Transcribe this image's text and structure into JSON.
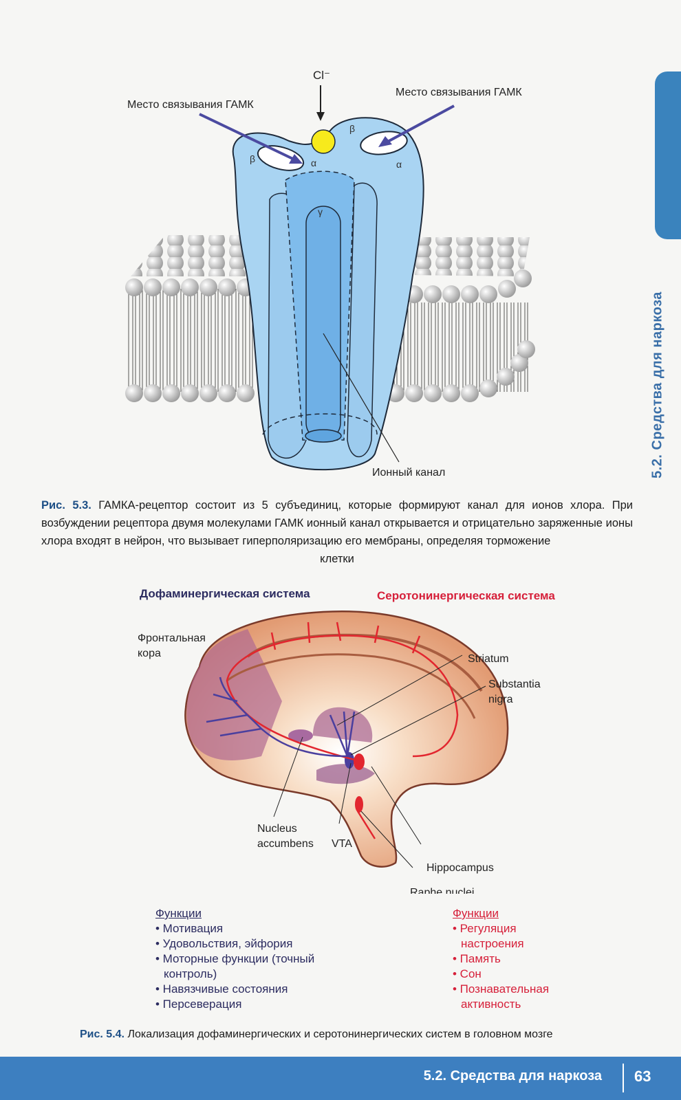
{
  "fig53": {
    "cl_label": "Cl⁻",
    "binding_left": "Место связывания ГАМК",
    "binding_right": "Место связывания ГАМК",
    "beta": "β",
    "alpha": "α",
    "gamma": "γ",
    "channel_label": "Ионный канал",
    "caption_num": "Рис. 5.3.",
    "caption_text": "ГАМКA-рецептор состоит из 5 субъединиц, которые формируют канал для ионов хлора. При возбуждении рецептора двумя молекулами ГАМК ионный канал открывается и отрицательно заряженные ионы хлора входят в нейрон, что вызывает гиперполяризацию его мембраны, определяя торможение",
    "caption_last": "клетки"
  },
  "fig54": {
    "title_dopamine": "Дофаминергическая система",
    "title_serotonin": "Серотонинергическая система",
    "label_frontal_1": "Фронтальная",
    "label_frontal_2": "кора",
    "label_striatum": "Striatum",
    "label_sn_1": "Substantia",
    "label_sn_2": "nigra",
    "label_na_1": "Nucleus",
    "label_na_2": "accumbens",
    "label_vta": "VTA",
    "label_hippocampus": "Hippocampus",
    "label_raphe": "Raphe nuclei",
    "dopamine_functions_header": "Функции",
    "dopamine_functions": [
      "• Мотивация",
      "• Удовольствия, эйфория",
      "• Моторные функции (точный контроль)",
      "• Навязчивые состояния",
      "• Персеверация"
    ],
    "serotonin_functions_header": "Функции",
    "serotonin_functions": [
      "• Регуляция настроения",
      "• Память",
      "• Сон",
      "• Познавательная активность"
    ],
    "caption_num": "Рис. 5.4.",
    "caption_text": "Локализация дофаминергических и серотонинергических систем в головном мозге"
  },
  "side_title": "5.2. Средства для наркоза",
  "footer": {
    "title": "5.2. Средства для наркоза",
    "page_number": "63"
  },
  "colors": {
    "accent": "#3d7fc0",
    "dopamine": "#4a3f9e",
    "serotonin": "#e2262f",
    "receptor": "#a9d4f2"
  }
}
